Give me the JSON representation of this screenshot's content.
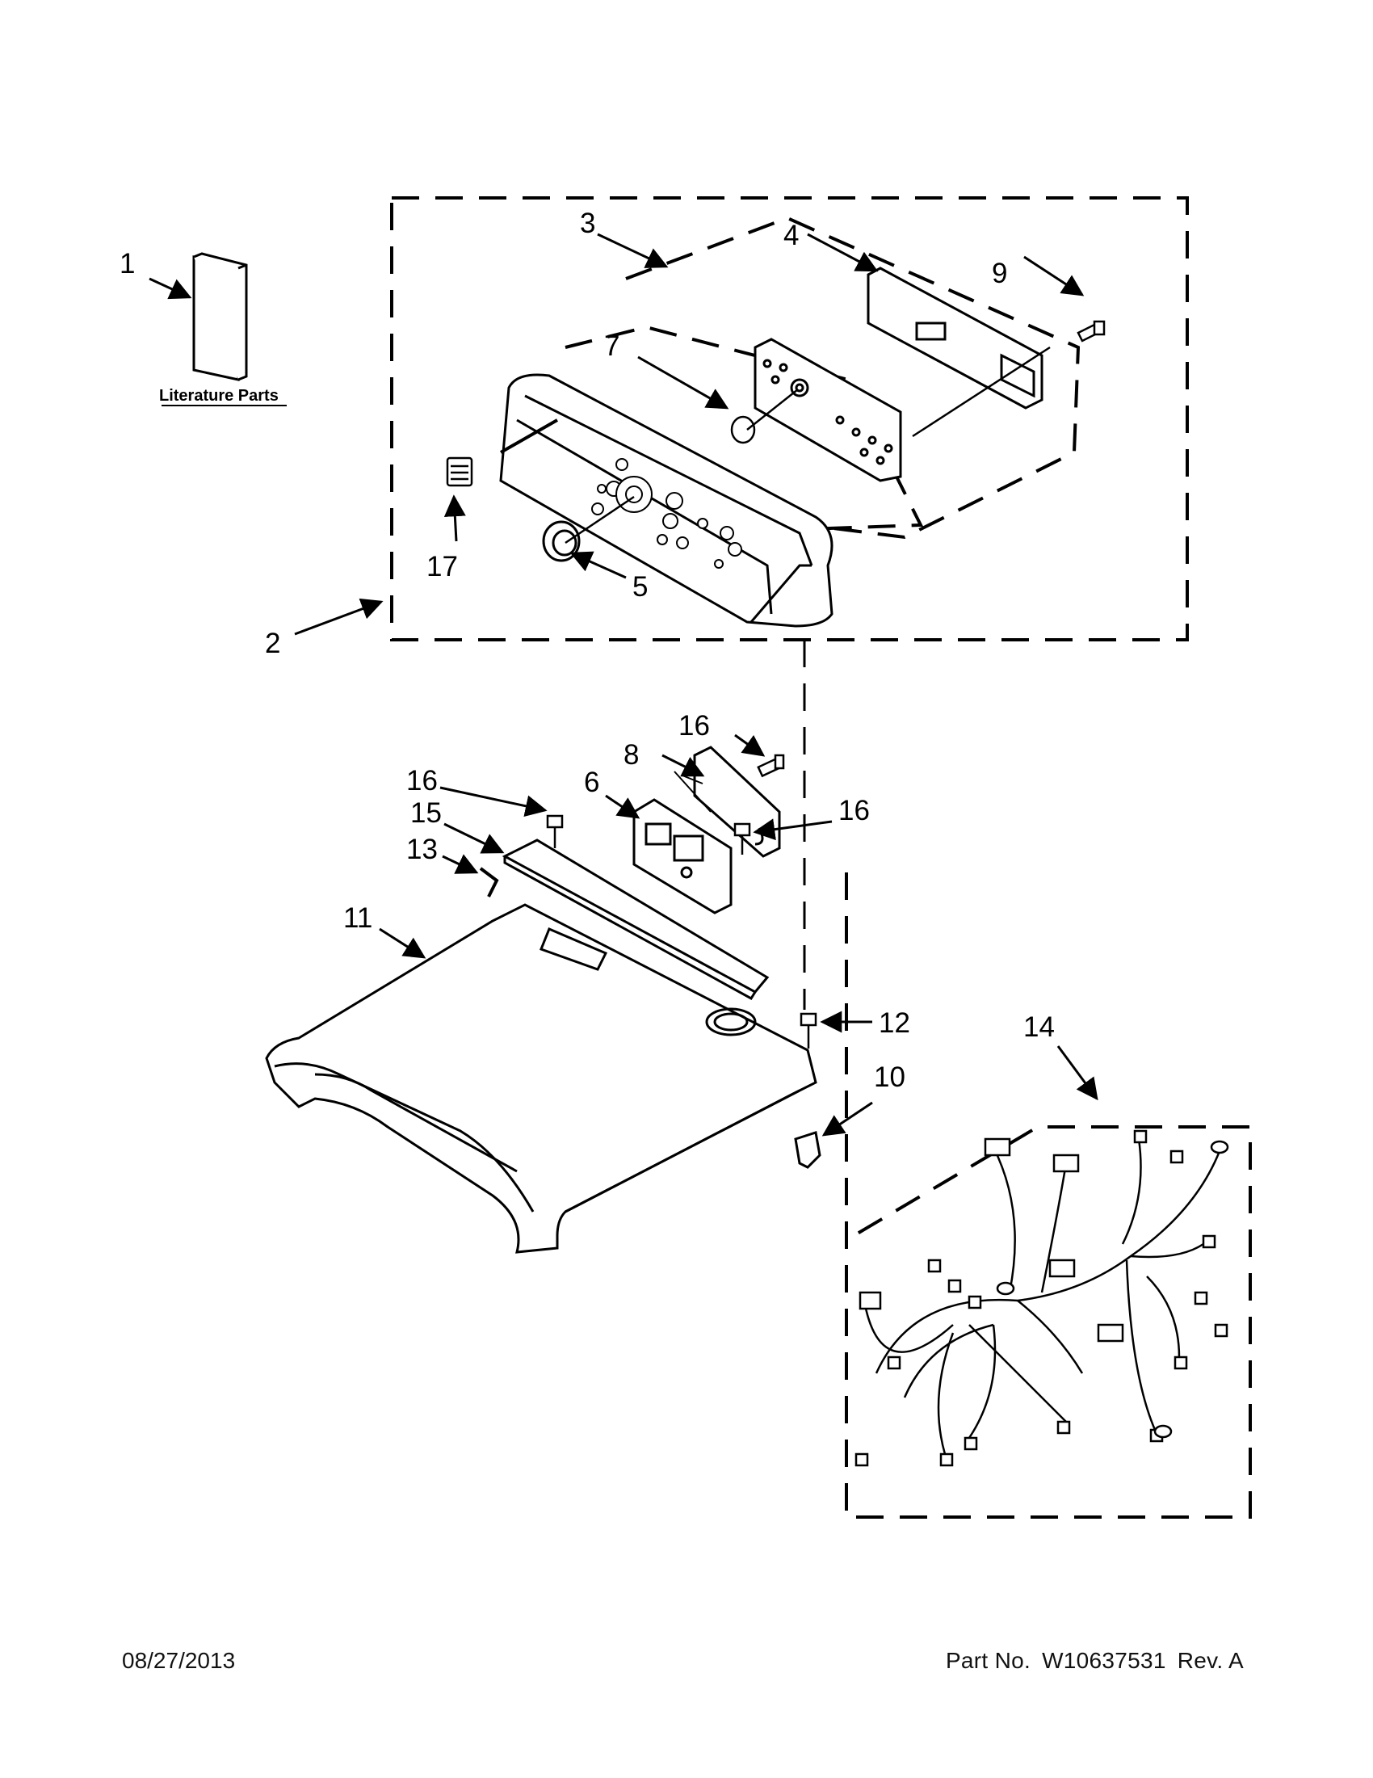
{
  "diagram": {
    "callouts": {
      "c1": "1",
      "c2": "2",
      "c3": "3",
      "c4": "4",
      "c5": "5",
      "c6": "6",
      "c7": "7",
      "c8": "8",
      "c9": "9",
      "c10": "10",
      "c11": "11",
      "c12": "12",
      "c13": "13",
      "c14": "14",
      "c15": "15",
      "c16a": "16",
      "c16b": "16",
      "c16c": "16",
      "c17": "17"
    },
    "literature_label": "Literature Parts"
  },
  "footer": {
    "date": "08/27/2013",
    "part_label": "Part No.",
    "part_number": "W10637531",
    "revision": "Rev. A"
  }
}
